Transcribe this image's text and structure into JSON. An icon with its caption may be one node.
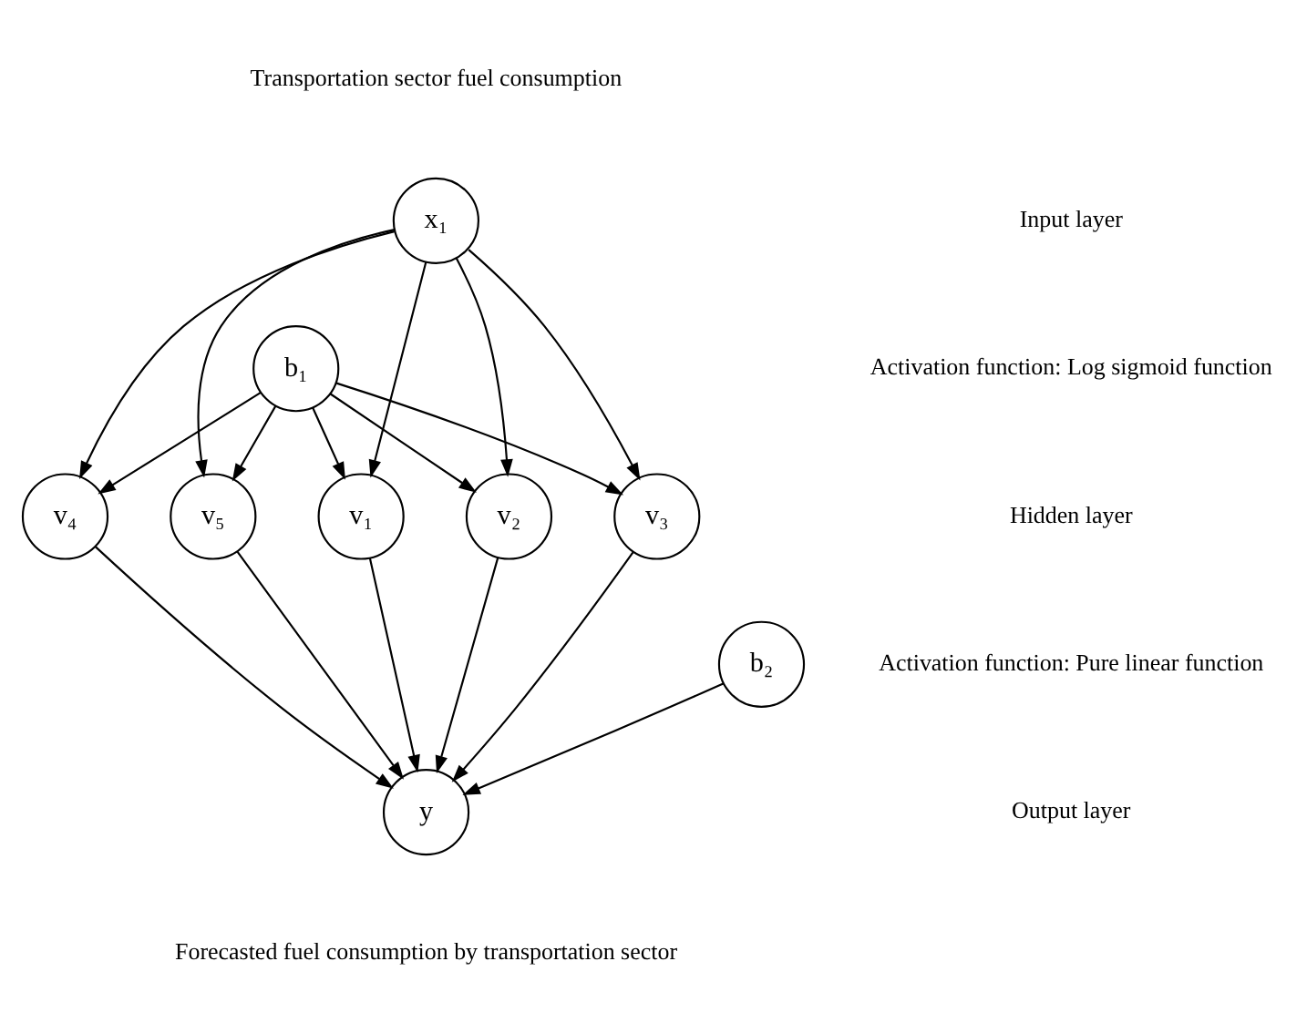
{
  "diagram": {
    "nodes": [
      {
        "text": [
          "x₁"
        ],
        "beside": [
          "Transportation sector fuel consumption"
        ]
      },
      {
        "text": [
          "b₁"
        ]
      },
      {
        "text": [
          "v₁"
        ]
      },
      {
        "text": [
          "v₂"
        ]
      },
      {
        "text": [
          "v₃"
        ]
      },
      {
        "text": [
          "v₄"
        ]
      },
      {
        "text": [
          "v₅"
        ]
      },
      {
        "text": [
          "b₂"
        ]
      },
      {
        "text": [
          "y"
        ],
        "beside": [
          "Forecasted fuel consumption by transportation sector"
        ]
      }
    ],
    "edges": [
      {
        "from": 0,
        "to": 2,
        "arrow": "to"
      },
      {
        "from": 0,
        "to": 3,
        "arrow": "to"
      },
      {
        "from": 0,
        "to": 4,
        "arrow": "to"
      },
      {
        "from": 0,
        "to": 5,
        "arrow": "to"
      },
      {
        "from": 0,
        "to": 6,
        "arrow": "to"
      },
      {
        "from": 1,
        "to": 2,
        "arrow": "to"
      },
      {
        "from": 1,
        "to": 3,
        "arrow": "to"
      },
      {
        "from": 1,
        "to": 4,
        "arrow": "to"
      },
      {
        "from": 1,
        "to": 5,
        "arrow": "to"
      },
      {
        "from": 1,
        "to": 6,
        "arrow": "to"
      },
      {
        "from": 2,
        "to": 8,
        "arrow": "to"
      },
      {
        "from": 3,
        "to": 8,
        "arrow": "to"
      },
      {
        "from": 4,
        "to": 8,
        "arrow": "to"
      },
      {
        "from": 5,
        "to": 8,
        "arrow": "to"
      },
      {
        "from": 6,
        "to": 8,
        "arrow": "to"
      },
      {
        "from": 7,
        "to": 8,
        "arrow": "to"
      }
    ],
    "labels": [
      "Input layer",
      "Activation function: Log sigmoid function",
      "Hidden layer",
      "Activation function: Pure linear function",
      "Output layer"
    ]
  }
}
